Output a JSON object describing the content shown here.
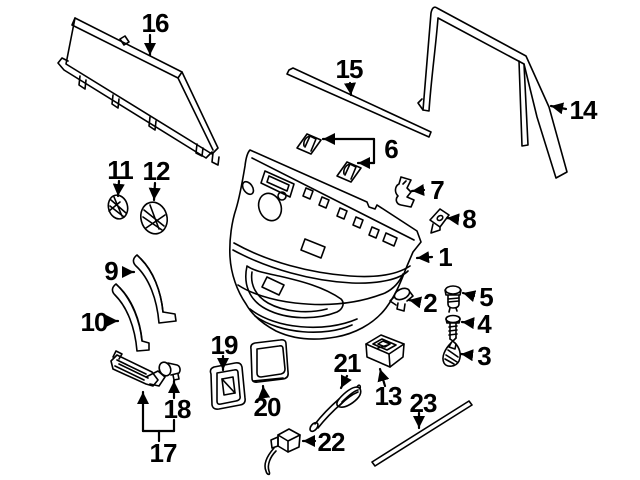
{
  "diagram": {
    "background_color": "#ffffff",
    "line_color": "#000000",
    "label_color": "#000000"
  },
  "callouts": {
    "c1": {
      "label": "1"
    },
    "c2": {
      "label": "2"
    },
    "c3": {
      "label": "3"
    },
    "c4": {
      "label": "4"
    },
    "c5": {
      "label": "5"
    },
    "c6": {
      "label": "6"
    },
    "c7": {
      "label": "7"
    },
    "c8": {
      "label": "8"
    },
    "c9": {
      "label": "9"
    },
    "c10": {
      "label": "10"
    },
    "c11": {
      "label": "11"
    },
    "c12": {
      "label": "12"
    },
    "c13": {
      "label": "13"
    },
    "c14": {
      "label": "14"
    },
    "c15": {
      "label": "15"
    },
    "c16": {
      "label": "16"
    },
    "c17": {
      "label": "17"
    },
    "c18": {
      "label": "18"
    },
    "c19": {
      "label": "19"
    },
    "c20": {
      "label": "20"
    },
    "c21": {
      "label": "21"
    },
    "c22": {
      "label": "22"
    },
    "c23": {
      "label": "23"
    }
  }
}
